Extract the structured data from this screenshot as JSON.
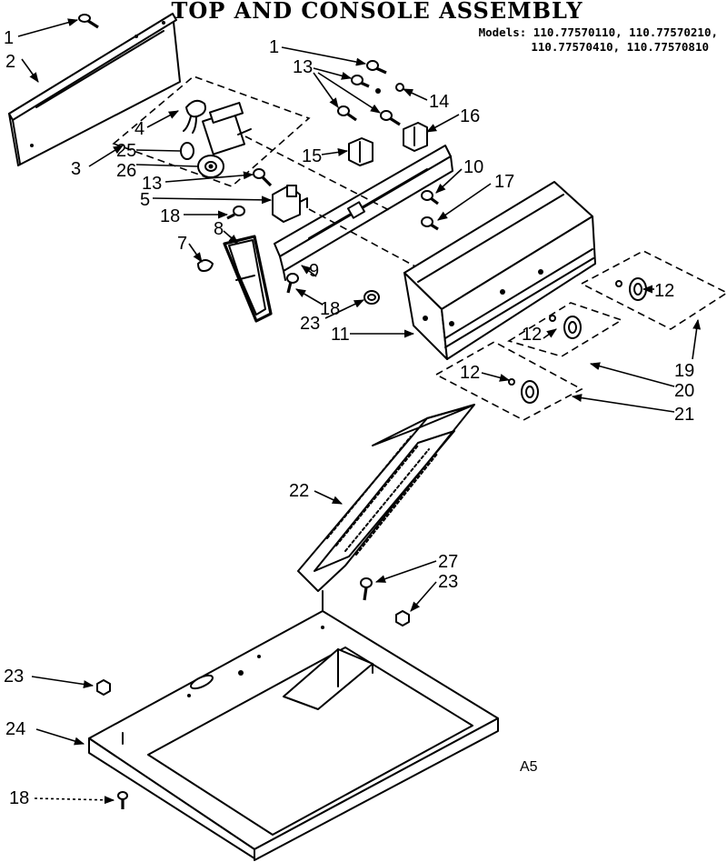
{
  "title": "TOP AND CONSOLE ASSEMBLY",
  "models_line1": "Models: 110.77570110, 110.77570210,",
  "models_line2": "110.77570410, 110.77570810",
  "corner_mark": "A5",
  "callouts": [
    {
      "id": "1a",
      "text": "1"
    },
    {
      "id": "2",
      "text": "2"
    },
    {
      "id": "3",
      "text": "3"
    },
    {
      "id": "4",
      "text": "4"
    },
    {
      "id": "25",
      "text": "25"
    },
    {
      "id": "26",
      "text": "26"
    },
    {
      "id": "13a",
      "text": "13"
    },
    {
      "id": "5",
      "text": "5"
    },
    {
      "id": "18a",
      "text": "18"
    },
    {
      "id": "8",
      "text": "8"
    },
    {
      "id": "7",
      "text": "7"
    },
    {
      "id": "1b",
      "text": "1"
    },
    {
      "id": "13b",
      "text": "13"
    },
    {
      "id": "14",
      "text": "14"
    },
    {
      "id": "16",
      "text": "16"
    },
    {
      "id": "15",
      "text": "15"
    },
    {
      "id": "10",
      "text": "10"
    },
    {
      "id": "17",
      "text": "17"
    },
    {
      "id": "9",
      "text": "9"
    },
    {
      "id": "18b",
      "text": "18"
    },
    {
      "id": "23a",
      "text": "23"
    },
    {
      "id": "11",
      "text": "11"
    },
    {
      "id": "12a",
      "text": "12"
    },
    {
      "id": "12b",
      "text": "12"
    },
    {
      "id": "12c",
      "text": "12"
    },
    {
      "id": "19",
      "text": "19"
    },
    {
      "id": "20",
      "text": "20"
    },
    {
      "id": "21",
      "text": "21"
    },
    {
      "id": "22",
      "text": "22"
    },
    {
      "id": "27",
      "text": "27"
    },
    {
      "id": "23b",
      "text": "23"
    },
    {
      "id": "23c",
      "text": "23"
    },
    {
      "id": "24",
      "text": "24"
    },
    {
      "id": "18c",
      "text": "18"
    }
  ]
}
